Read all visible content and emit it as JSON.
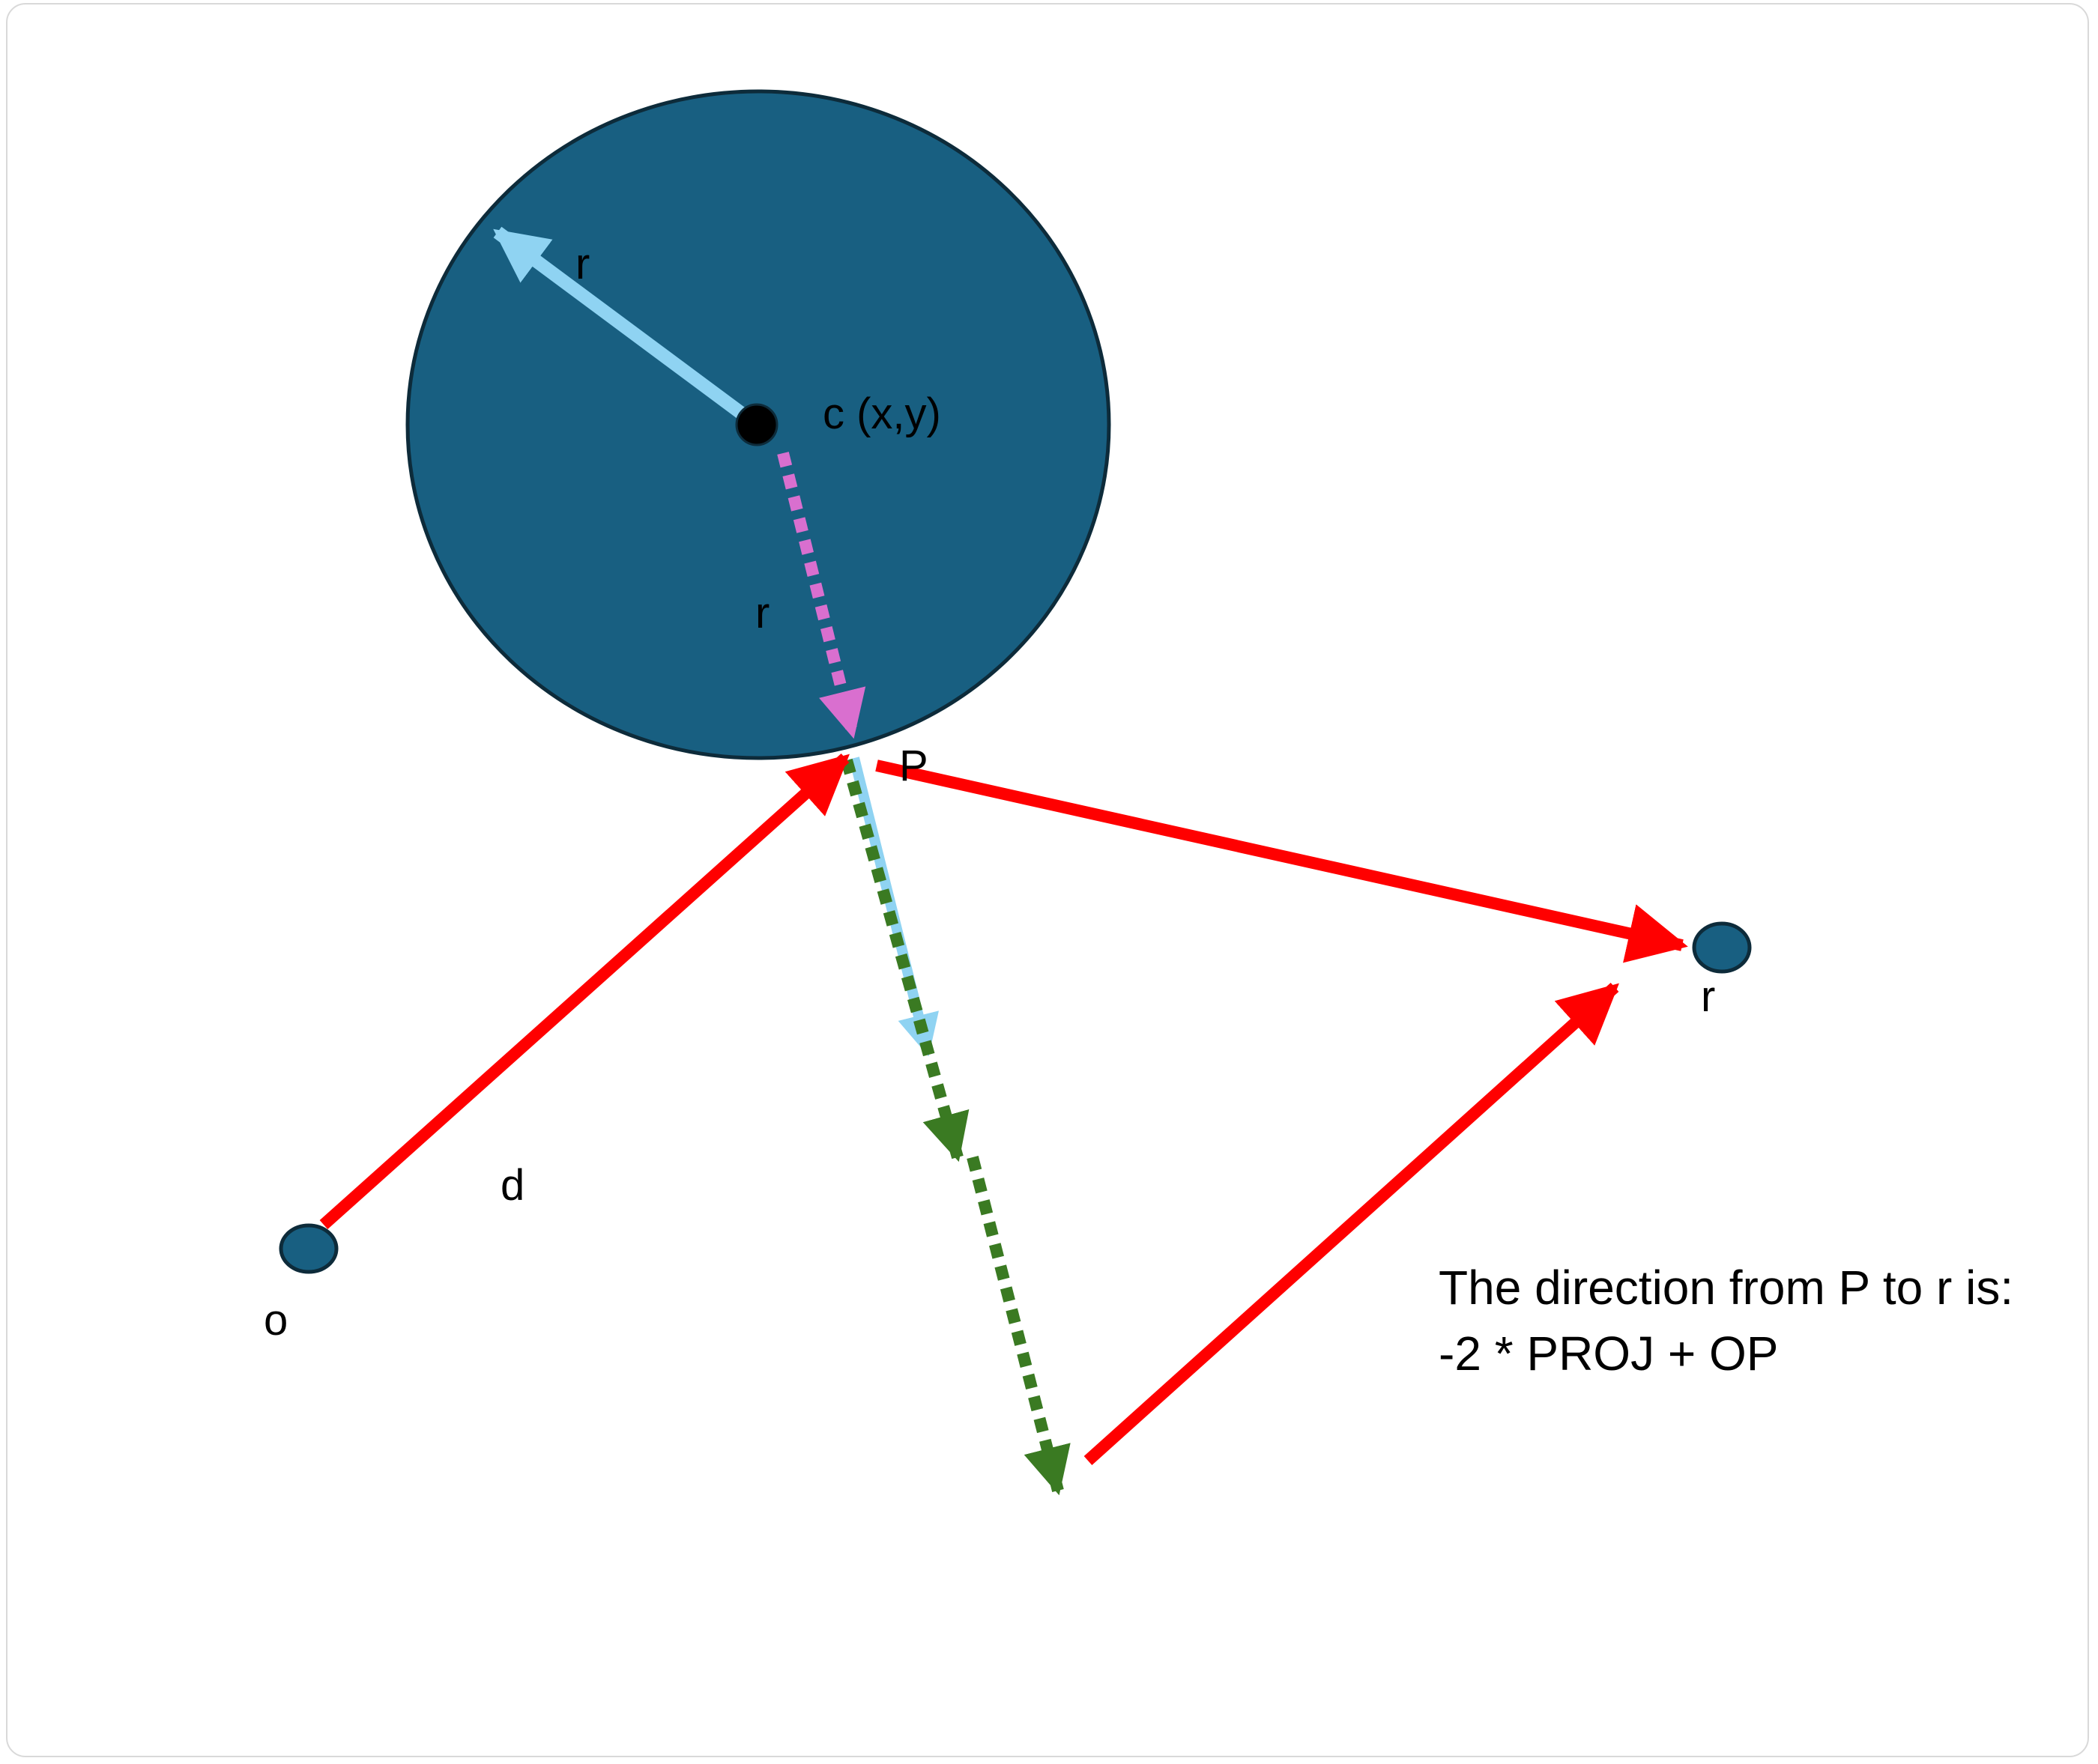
{
  "labels": {
    "radius_top": "r",
    "center": "c (x,y)",
    "radius_dotted": "r",
    "point_p": "P",
    "point_r": "r",
    "d": "d",
    "o": "o"
  },
  "note": {
    "line1": "The direction from P to r is:",
    "line2": "-2 * PROJ + OP"
  },
  "colors": {
    "sphere_fill": "#185f81",
    "sphere_stroke": "#0d2b3a",
    "red_arrow": "#ff0000",
    "light_blue_arrow": "#8fd3f2",
    "pink_arrow": "#d96fcf",
    "green_arrow": "#3a7a22",
    "center_dot": "#000000"
  }
}
